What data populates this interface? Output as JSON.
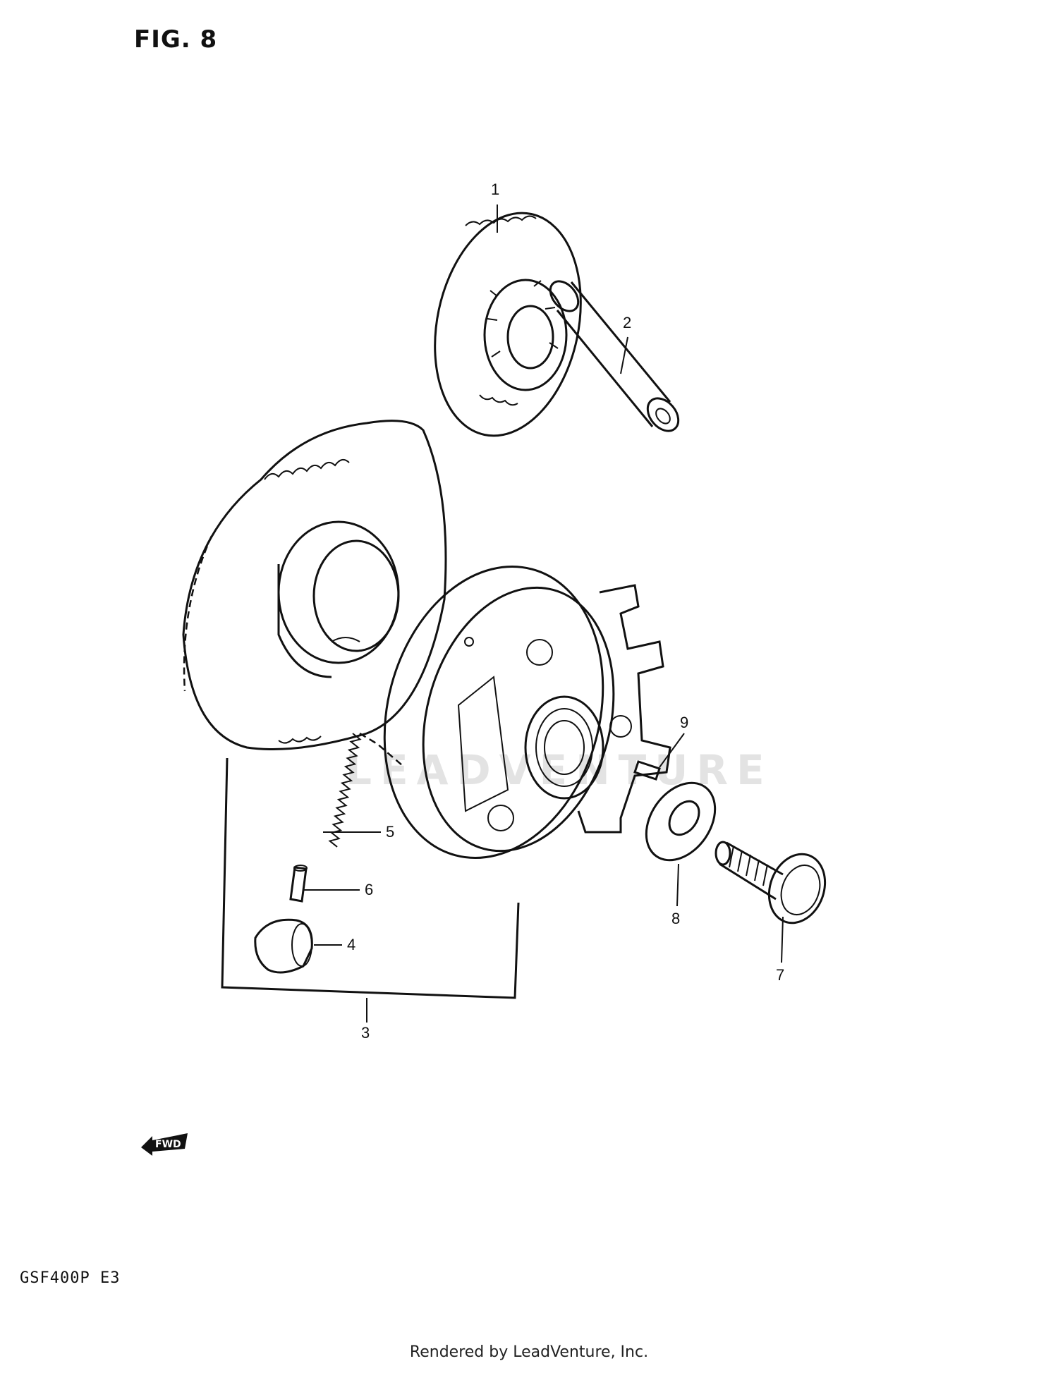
{
  "figure": {
    "title": "FIG. 8",
    "model_code": "GSF400P  E3",
    "footer": "Rendered by LeadVenture, Inc.",
    "watermark": "LEADVENTURE",
    "fwd_label": "FWD"
  },
  "callouts": [
    {
      "id": "1",
      "label": "1"
    },
    {
      "id": "2",
      "label": "2"
    },
    {
      "id": "3",
      "label": "3"
    },
    {
      "id": "4",
      "label": "4"
    },
    {
      "id": "5",
      "label": "5"
    },
    {
      "id": "6",
      "label": "6"
    },
    {
      "id": "7",
      "label": "7"
    },
    {
      "id": "8",
      "label": "8"
    },
    {
      "id": "9",
      "label": "9"
    }
  ]
}
